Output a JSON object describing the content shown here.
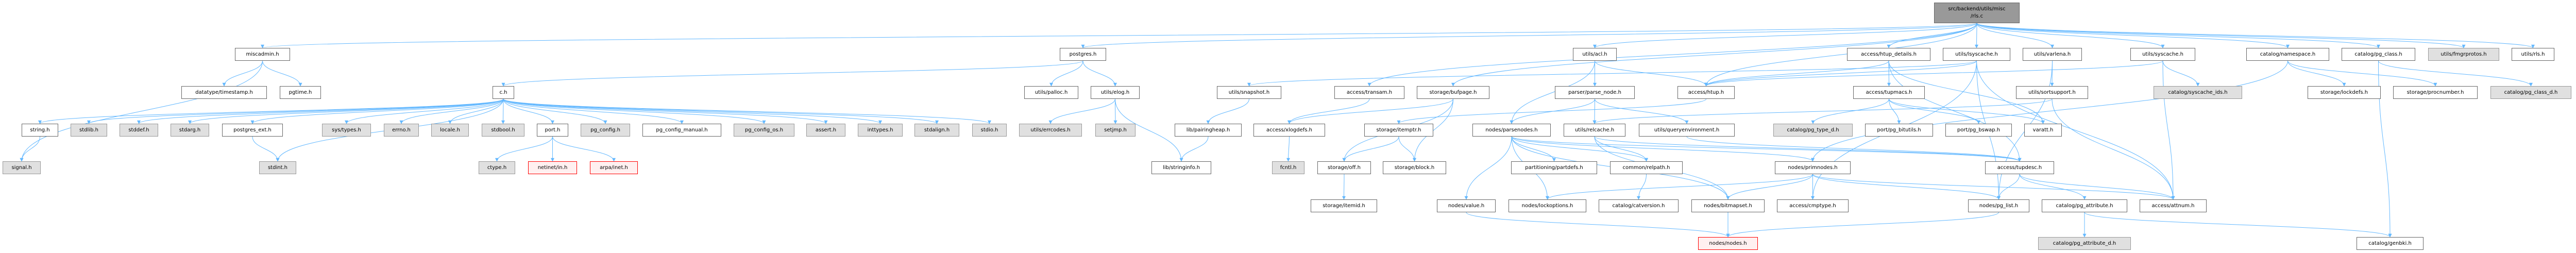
{
  "graph": {
    "root": {
      "line1": "src/backend/utils/misc",
      "line2": "/rls.c"
    },
    "nodes": [
      {
        "id": "miscadmin",
        "label": "miscadmin.h",
        "kind": "normal"
      },
      {
        "id": "timestamp",
        "label": "datatype/timestamp.h",
        "kind": "normal"
      },
      {
        "id": "pgtime",
        "label": "pgtime.h",
        "kind": "normal"
      },
      {
        "id": "string",
        "label": "string.h",
        "kind": "normal"
      },
      {
        "id": "stdlib",
        "label": "stdlib.h",
        "kind": "external"
      },
      {
        "id": "stddef",
        "label": "stddef.h",
        "kind": "external"
      },
      {
        "id": "stdarg",
        "label": "stdarg.h",
        "kind": "external"
      },
      {
        "id": "postgres_ext",
        "label": "postgres_ext.h",
        "kind": "normal"
      },
      {
        "id": "systypes",
        "label": "sys/types.h",
        "kind": "external"
      },
      {
        "id": "errno",
        "label": "errno.h",
        "kind": "external"
      },
      {
        "id": "locale",
        "label": "locale.h",
        "kind": "external"
      },
      {
        "id": "signal",
        "label": "signal.h",
        "kind": "external"
      },
      {
        "id": "stdint",
        "label": "stdint.h",
        "kind": "external"
      },
      {
        "id": "c",
        "label": "c.h",
        "kind": "normal"
      },
      {
        "id": "stdbool",
        "label": "stdbool.h",
        "kind": "external"
      },
      {
        "id": "port",
        "label": "port.h",
        "kind": "normal"
      },
      {
        "id": "pg_config",
        "label": "pg_config.h",
        "kind": "external"
      },
      {
        "id": "pg_config_manual",
        "label": "pg_config_manual.h",
        "kind": "normal"
      },
      {
        "id": "pg_config_os",
        "label": "pg_config_os.h",
        "kind": "external"
      },
      {
        "id": "assert",
        "label": "assert.h",
        "kind": "external"
      },
      {
        "id": "inttypes",
        "label": "inttypes.h",
        "kind": "external"
      },
      {
        "id": "stdalign",
        "label": "stdalign.h",
        "kind": "external"
      },
      {
        "id": "stdio",
        "label": "stdio.h",
        "kind": "external"
      },
      {
        "id": "ctype",
        "label": "ctype.h",
        "kind": "external"
      },
      {
        "id": "netinet",
        "label": "netinet/in.h",
        "kind": "missing"
      },
      {
        "id": "arpa",
        "label": "arpa/inet.h",
        "kind": "missing"
      },
      {
        "id": "postgres",
        "label": "postgres.h",
        "kind": "normal"
      },
      {
        "id": "palloc",
        "label": "utils/palloc.h",
        "kind": "normal"
      },
      {
        "id": "elog",
        "label": "utils/elog.h",
        "kind": "normal"
      },
      {
        "id": "errcodes",
        "label": "utils/errcodes.h",
        "kind": "external"
      },
      {
        "id": "setjmp",
        "label": "setjmp.h",
        "kind": "external"
      },
      {
        "id": "stringinfo",
        "label": "lib/stringinfo.h",
        "kind": "normal"
      },
      {
        "id": "snapshot",
        "label": "utils/snapshot.h",
        "kind": "normal"
      },
      {
        "id": "pairingheap",
        "label": "lib/pairingheap.h",
        "kind": "normal"
      },
      {
        "id": "transam",
        "label": "access/transam.h",
        "kind": "normal"
      },
      {
        "id": "xlogdefs",
        "label": "access/xlogdefs.h",
        "kind": "normal"
      },
      {
        "id": "fcntl",
        "label": "fcntl.h",
        "kind": "external"
      },
      {
        "id": "bufpage",
        "label": "storage/bufpage.h",
        "kind": "normal"
      },
      {
        "id": "itemptr",
        "label": "storage/itemptr.h",
        "kind": "normal"
      },
      {
        "id": "off",
        "label": "storage/off.h",
        "kind": "normal"
      },
      {
        "id": "itemid",
        "label": "storage/itemid.h",
        "kind": "normal"
      },
      {
        "id": "block",
        "label": "storage/block.h",
        "kind": "normal"
      },
      {
        "id": "acl",
        "label": "utils/acl.h",
        "kind": "normal"
      },
      {
        "id": "parse_node",
        "label": "parser/parse_node.h",
        "kind": "normal"
      },
      {
        "id": "htup",
        "label": "access/htup.h",
        "kind": "normal"
      },
      {
        "id": "parsenodes",
        "label": "nodes/parsenodes.h",
        "kind": "normal"
      },
      {
        "id": "relcache",
        "label": "utils/relcache.h",
        "kind": "normal"
      },
      {
        "id": "queryenv",
        "label": "utils/queryenvironment.h",
        "kind": "normal"
      },
      {
        "id": "pg_type_d",
        "label": "catalog/pg_type_d.h",
        "kind": "external"
      },
      {
        "id": "partdefs",
        "label": "partitioning/partdefs.h",
        "kind": "normal"
      },
      {
        "id": "relpath",
        "label": "common/relpath.h",
        "kind": "normal"
      },
      {
        "id": "primnodes",
        "label": "nodes/primnodes.h",
        "kind": "normal"
      },
      {
        "id": "value",
        "label": "nodes/value.h",
        "kind": "normal"
      },
      {
        "id": "lockoptions",
        "label": "nodes/lockoptions.h",
        "kind": "normal"
      },
      {
        "id": "catversion",
        "label": "catalog/catversion.h",
        "kind": "normal"
      },
      {
        "id": "bitmapset",
        "label": "nodes/bitmapset.h",
        "kind": "normal"
      },
      {
        "id": "cmptype",
        "label": "access/cmptype.h",
        "kind": "normal"
      },
      {
        "id": "nodes",
        "label": "nodes/nodes.h",
        "kind": "missing"
      },
      {
        "id": "htup_details",
        "label": "access/htup_details.h",
        "kind": "normal"
      },
      {
        "id": "lsyscache",
        "label": "utils/lsyscache.h",
        "kind": "normal"
      },
      {
        "id": "varlena",
        "label": "utils/varlena.h",
        "kind": "normal"
      },
      {
        "id": "syscache",
        "label": "utils/syscache.h",
        "kind": "normal"
      },
      {
        "id": "namespace",
        "label": "catalog/namespace.h",
        "kind": "normal"
      },
      {
        "id": "pg_class",
        "label": "catalog/pg_class.h",
        "kind": "normal"
      },
      {
        "id": "fmgrprotos",
        "label": "utils/fmgrprotos.h",
        "kind": "external"
      },
      {
        "id": "rls",
        "label": "utils/rls.h",
        "kind": "normal"
      },
      {
        "id": "tupmacs",
        "label": "access/tupmacs.h",
        "kind": "normal"
      },
      {
        "id": "sortsupport",
        "label": "utils/sortsupport.h",
        "kind": "normal"
      },
      {
        "id": "syscache_ids",
        "label": "catalog/syscache_ids.h",
        "kind": "external"
      },
      {
        "id": "lockdefs",
        "label": "storage/lockdefs.h",
        "kind": "normal"
      },
      {
        "id": "procnumber",
        "label": "storage/procnumber.h",
        "kind": "normal"
      },
      {
        "id": "pg_class_d",
        "label": "catalog/pg_class_d.h",
        "kind": "external"
      },
      {
        "id": "pg_bitutils",
        "label": "port/pg_bitutils.h",
        "kind": "normal"
      },
      {
        "id": "pg_bswap",
        "label": "port/pg_bswap.h",
        "kind": "normal"
      },
      {
        "id": "varatt",
        "label": "varatt.h",
        "kind": "normal"
      },
      {
        "id": "tupdesc",
        "label": "access/tupdesc.h",
        "kind": "normal"
      },
      {
        "id": "pg_list",
        "label": "nodes/pg_list.h",
        "kind": "normal"
      },
      {
        "id": "pg_attribute",
        "label": "catalog/pg_attribute.h",
        "kind": "normal"
      },
      {
        "id": "attnum",
        "label": "access/attnum.h",
        "kind": "normal"
      },
      {
        "id": "pg_attribute_d",
        "label": "catalog/pg_attribute_d.h",
        "kind": "external"
      },
      {
        "id": "genbki",
        "label": "catalog/genbki.h",
        "kind": "normal"
      }
    ],
    "edges": [
      [
        "root",
        "miscadmin"
      ],
      [
        "root",
        "postgres"
      ],
      [
        "root",
        "acl"
      ],
      [
        "root",
        "transam"
      ],
      [
        "root",
        "bufpage"
      ],
      [
        "root",
        "htup"
      ],
      [
        "root",
        "htup_details"
      ],
      [
        "root",
        "lsyscache"
      ],
      [
        "root",
        "varlena"
      ],
      [
        "root",
        "syscache"
      ],
      [
        "root",
        "namespace"
      ],
      [
        "root",
        "pg_class"
      ],
      [
        "root",
        "fmgrprotos"
      ],
      [
        "root",
        "rls"
      ],
      [
        "miscadmin",
        "signal"
      ],
      [
        "miscadmin",
        "timestamp"
      ],
      [
        "miscadmin",
        "pgtime"
      ],
      [
        "postgres",
        "c"
      ],
      [
        "postgres",
        "palloc"
      ],
      [
        "postgres",
        "elog"
      ],
      [
        "c",
        "string"
      ],
      [
        "c",
        "stdlib"
      ],
      [
        "c",
        "stddef"
      ],
      [
        "c",
        "stdarg"
      ],
      [
        "c",
        "postgres_ext"
      ],
      [
        "c",
        "systypes"
      ],
      [
        "c",
        "errno"
      ],
      [
        "c",
        "locale"
      ],
      [
        "c",
        "stdbool"
      ],
      [
        "c",
        "port"
      ],
      [
        "c",
        "pg_config"
      ],
      [
        "c",
        "pg_config_manual"
      ],
      [
        "c",
        "pg_config_os"
      ],
      [
        "c",
        "assert"
      ],
      [
        "c",
        "inttypes"
      ],
      [
        "c",
        "stdalign"
      ],
      [
        "c",
        "stdio"
      ],
      [
        "c",
        "stdint"
      ],
      [
        "string",
        "signal"
      ],
      [
        "postgres_ext",
        "stdint"
      ],
      [
        "port",
        "ctype"
      ],
      [
        "port",
        "netinet"
      ],
      [
        "port",
        "arpa"
      ],
      [
        "elog",
        "errcodes"
      ],
      [
        "elog",
        "setjmp"
      ],
      [
        "elog",
        "stringinfo"
      ],
      [
        "lsyscache",
        "snapshot"
      ],
      [
        "snapshot",
        "pairingheap"
      ],
      [
        "pairingheap",
        "stringinfo"
      ],
      [
        "transam",
        "xlogdefs"
      ],
      [
        "xlogdefs",
        "fcntl"
      ],
      [
        "bufpage",
        "xlogdefs"
      ],
      [
        "bufpage",
        "off"
      ],
      [
        "bufpage",
        "block"
      ],
      [
        "itemptr",
        "off"
      ],
      [
        "itemptr",
        "block"
      ],
      [
        "off",
        "itemid"
      ],
      [
        "acl",
        "parsenodes"
      ],
      [
        "acl",
        "parse_node"
      ],
      [
        "acl",
        "htup"
      ],
      [
        "parse_node",
        "parsenodes"
      ],
      [
        "parse_node",
        "relcache"
      ],
      [
        "parse_node",
        "queryenv"
      ],
      [
        "htup",
        "itemptr"
      ],
      [
        "parsenodes",
        "value"
      ],
      [
        "parsenodes",
        "lockoptions"
      ],
      [
        "parsenodes",
        "partdefs"
      ],
      [
        "parsenodes",
        "relpath"
      ],
      [
        "parsenodes",
        "bitmapset"
      ],
      [
        "parsenodes",
        "primnodes"
      ],
      [
        "parsenodes",
        "tupdesc"
      ],
      [
        "relcache",
        "relpath"
      ],
      [
        "relcache",
        "bitmapset"
      ],
      [
        "relcache",
        "tupdesc"
      ],
      [
        "queryenv",
        "tupdesc"
      ],
      [
        "relpath",
        "catversion"
      ],
      [
        "primnodes",
        "lockoptions"
      ],
      [
        "primnodes",
        "bitmapset"
      ],
      [
        "primnodes",
        "cmptype"
      ],
      [
        "primnodes",
        "pg_list"
      ],
      [
        "primnodes",
        "attnum"
      ],
      [
        "bitmapset",
        "nodes"
      ],
      [
        "value",
        "nodes"
      ],
      [
        "pg_list",
        "nodes"
      ],
      [
        "htup_details",
        "tupmacs"
      ],
      [
        "htup_details",
        "htup"
      ],
      [
        "htup_details",
        "varatt"
      ],
      [
        "htup_details",
        "tupdesc"
      ],
      [
        "tupmacs",
        "pg_type_d"
      ],
      [
        "tupmacs",
        "pg_bitutils"
      ],
      [
        "tupmacs",
        "pg_bswap"
      ],
      [
        "tupmacs",
        "varatt"
      ],
      [
        "lsyscache",
        "htup"
      ],
      [
        "lsyscache",
        "pg_list"
      ],
      [
        "lsyscache",
        "attnum"
      ],
      [
        "lsyscache",
        "cmptype"
      ],
      [
        "varlena",
        "sortsupport"
      ],
      [
        "varlena",
        "pg_list"
      ],
      [
        "sortsupport",
        "relcache"
      ],
      [
        "sortsupport",
        "attnum"
      ],
      [
        "syscache",
        "syscache_ids"
      ],
      [
        "syscache",
        "htup"
      ],
      [
        "syscache",
        "attnum"
      ],
      [
        "namespace",
        "lockdefs"
      ],
      [
        "namespace",
        "procnumber"
      ],
      [
        "namespace",
        "primnodes"
      ],
      [
        "pg_class",
        "pg_class_d"
      ],
      [
        "pg_class",
        "genbki"
      ],
      [
        "tupdesc",
        "pg_list"
      ],
      [
        "tupdesc",
        "pg_attribute"
      ],
      [
        "tupdesc",
        "attnum"
      ],
      [
        "pg_attribute",
        "pg_attribute_d"
      ],
      [
        "pg_attribute",
        "genbki"
      ]
    ]
  },
  "colors": {
    "edge": "#63b8ff",
    "root_fill": "#999999",
    "external_fill": "#e0e0e0",
    "missing_border": "#ff0000"
  }
}
